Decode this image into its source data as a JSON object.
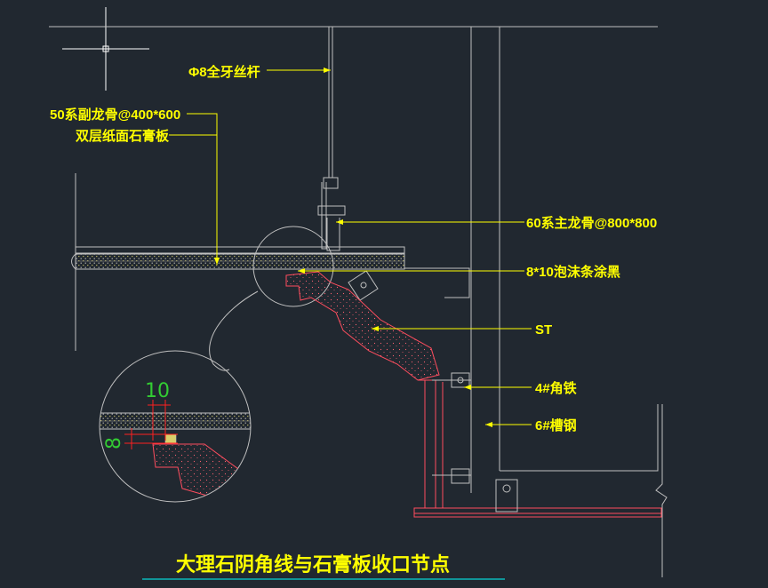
{
  "drawing": {
    "title": "大理石阴角线与石膏板收口节点",
    "labels": {
      "rod": "Φ8全牙丝杆",
      "secondary_keel": "50系副龙骨@400*600",
      "gypsum_board": "双层纸面石膏板",
      "main_keel": "60系主龙骨@800*800",
      "foam_strip": "8*10泡沫条涂黑",
      "stone": "ST",
      "angle_iron": "4#角铁",
      "channel_steel": "6#槽钢"
    },
    "detail_dims": {
      "width": "10",
      "height": "8"
    }
  },
  "colors": {
    "background": "#212830",
    "annotation": "#ffff00",
    "linework": "#bfbfbf",
    "stone_outline": "#ff4d5e",
    "dimension": "#ff2020",
    "dimension_text": "#33cc33",
    "title_underline": "#00ffff"
  }
}
